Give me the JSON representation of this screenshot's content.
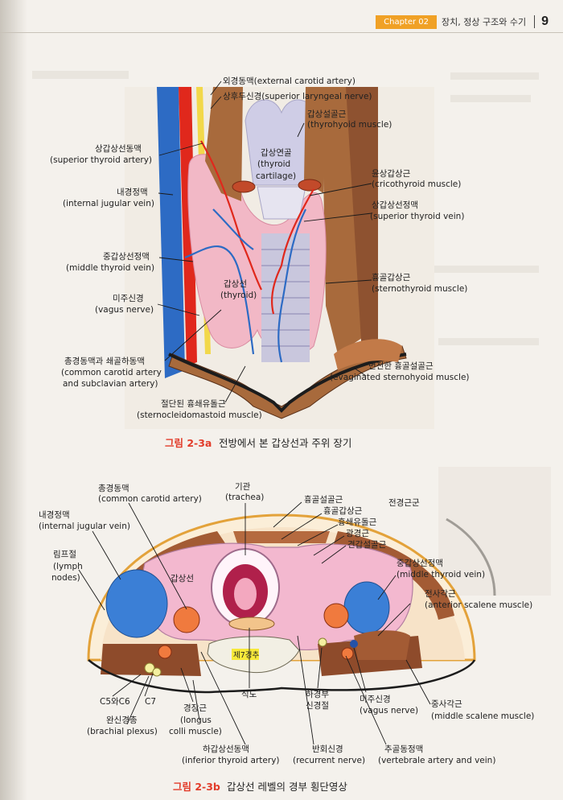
{
  "header": {
    "chapter_badge": "Chapter 02",
    "title": "장치, 정상 구조와 수기",
    "page_number": "9"
  },
  "figure_a": {
    "caption_number": "그림 2-3a",
    "caption_text": "전방에서 본 갑상선과 주위 장기",
    "labels": {
      "external_carotid": "외경동맥(external carotid artery)",
      "superior_laryngeal": "상후두신경(superior laryngeal nerve)",
      "thyrohyoid_ko": "갑상설골근",
      "thyrohyoid_en": "(thyrohyoid muscle)",
      "sup_thyroid_artery_ko": "상갑상선동맥",
      "sup_thyroid_artery_en": "(superior thyroid artery)",
      "thyroid_cartilage_ko": "갑상연골",
      "thyroid_cartilage_en1": "(thyroid",
      "thyroid_cartilage_en2": "cartilage)",
      "int_jugular_ko": "내경정맥",
      "int_jugular_en": "(internal jugular vein)",
      "cricothyroid_ko": "윤상갑상근",
      "cricothyroid_en": "(cricothyroid muscle)",
      "sup_thyroid_vein_ko": "상갑상선정맥",
      "sup_thyroid_vein_en": "(superior thyroid vein)",
      "mid_thyroid_vein_ko": "중갑상선정맥",
      "mid_thyroid_vein_en": "(middle thyroid vein)",
      "thyroid_ko": "갑상선",
      "thyroid_en": "(thyroid)",
      "sternothyroid_ko": "흉골갑상근",
      "sternothyroid_en": "(sternothyroid muscle)",
      "vagus_ko": "미주신경",
      "vagus_en": "(vagus nerve)",
      "common_carotid_ko": "총경동맥과 쇄골하동맥",
      "common_carotid_en1": "(common carotid artery",
      "common_carotid_en2": "and subclavian artery)",
      "evaginated_ko": "번전한 흉골설골근",
      "evaginated_en": "(evaginated sternohyoid muscle)",
      "scm_ko": "절단된 흉쇄유돌근",
      "scm_en": "(sternocleidomastoid muscle)"
    }
  },
  "figure_b": {
    "caption_number": "그림 2-3b",
    "caption_text": "갑상선 레벨의 경부 횡단영상",
    "labels": {
      "common_carotid_ko": "총경동맥",
      "common_carotid_en": "(common carotid artery)",
      "trachea_ko": "기관",
      "trachea_en": "(trachea)",
      "sternohyoid": "흉골설골근",
      "sternothyroid": "흉골갑상근",
      "scm": "흉쇄유돌근",
      "platysma": "광경근",
      "omohyoid": "견갑설골근",
      "prevertebral": "전경근군",
      "int_jugular_ko": "내경정맥",
      "int_jugular_en": "(internal jugular vein)",
      "lymph_ko": "림프절",
      "lymph_en1": "(lymph",
      "lymph_en2": "nodes)",
      "thyroid": "갑상선",
      "mid_thyroid_vein_ko": "중갑상선정맥",
      "mid_thyroid_vein_en": "(middle thyroid vein)",
      "ant_scalene_ko": "전사각근",
      "ant_scalene_en": "(anterior scalene muscle)",
      "c7_vertebra": "제7경추",
      "c5c6": "C5와C6",
      "c7": "C7",
      "esophagus": "식도",
      "inf_cervical_ko1": "하경부",
      "inf_cervical_ko2": "신경절",
      "vagus_ko": "미주신경",
      "vagus_en": "(vagus nerve)",
      "mid_scalene_ko": "중사각근",
      "mid_scalene_en": "(middle scalene muscle)",
      "brachial_ko": "완신경총",
      "brachial_en": "(brachial plexus)",
      "longus_ko": "경장근",
      "longus_en1": "(longus",
      "longus_en2": "colli muscle)",
      "inf_thyroid_ko": "하갑상선동맥",
      "inf_thyroid_en": "(inferior thyroid artery)",
      "recurrent_ko": "반회신경",
      "recurrent_en": "(recurrent nerve)",
      "vertebral_ko": "추골동정맥",
      "vertebral_en": "(vertebrale artery and vein)"
    }
  }
}
